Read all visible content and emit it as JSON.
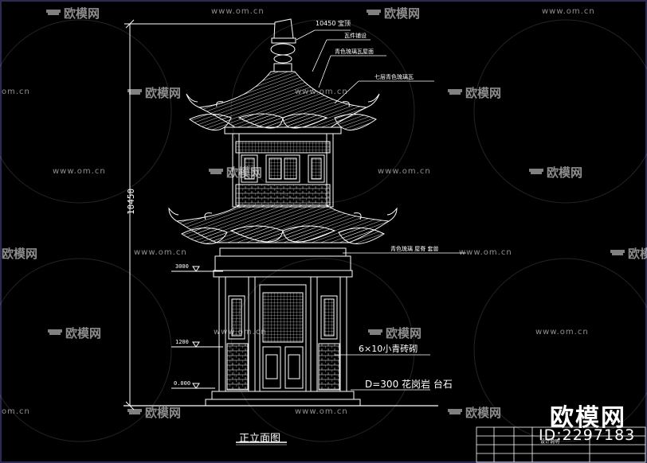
{
  "drawing": {
    "title": "正立面图",
    "dimension_total": "10450",
    "annotations": {
      "top_elevation": "10450 宝顶",
      "note_1": "瓦件铺设",
      "note_2": "青色琉璃瓦屋面",
      "note_3": "七层青色琉璃瓦",
      "note_4": "青色琉璃 屋脊 套兽",
      "note_5": "6×10小青砖砌",
      "note_6": "D=300 花岗岩 台石"
    },
    "levels": {
      "l3000": "3000",
      "l1200": "1200",
      "l0000": "0.000"
    },
    "title_block": {
      "label": "设计说明"
    }
  },
  "watermark": {
    "logo_text": "欧模网",
    "url_text": "www.om.cn",
    "url_text_short": "om.cn",
    "brand_text": "欧模网",
    "id_text": "ID:2297183"
  }
}
